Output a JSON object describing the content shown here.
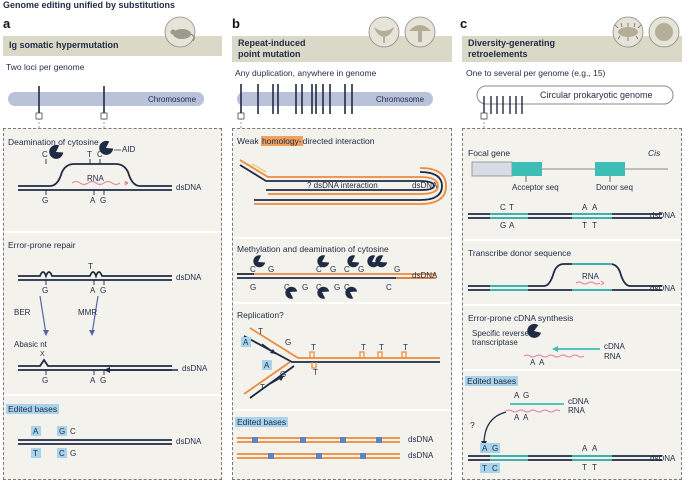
{
  "figure_title": "Genome editing unified by substitutions",
  "panels": [
    {
      "letter": "a",
      "title": "Ig somatic hypermutation",
      "loci_text": "Two loci per genome",
      "chromosome_label": "Chromosome",
      "steps": {
        "deamination": "Deamination of cytosine",
        "aid": "AID",
        "rna": "RNA",
        "error_prone_repair": "Error-prone repair",
        "ber": "BER",
        "mmr": "MMR",
        "abasic": "Abasic nt",
        "edited_bases": "Edited bases"
      },
      "dsdna": "dsDNA",
      "bases": {
        "c": "C",
        "t": "T",
        "g": "G",
        "a": "A",
        "x": "X"
      }
    },
    {
      "letter": "b",
      "title_line1": "Repeat-induced",
      "title_line2": "point mutation",
      "loci_text": "Any duplication, anywhere in genome",
      "chromosome_label": "Chromosome",
      "steps": {
        "weak": "Weak",
        "homology": "homology-",
        "directed": "directed interaction",
        "interaction": "? dsDNA  interaction",
        "methylation": "Methylation and deamination of cytosine",
        "replication": "Replication?",
        "edited_bases": "Edited bases"
      },
      "dsdna": "dsDNA"
    },
    {
      "letter": "c",
      "title_line1": "Diversity-generating",
      "title_line2": "retroelements",
      "loci_text": "One to several per genome (e.g., 15)",
      "chromosome_label": "Circular prokaryotic genome",
      "steps": {
        "focal_gene": "Focal gene",
        "cis": "Cis",
        "acceptor": "Acceptor seq",
        "donor": "Donor seq",
        "transcribe": "Transcribe donor sequence",
        "rna": "RNA",
        "error_prone": "Error-prone cDNA synthesis",
        "specific_rt_line1": "Specific reverse",
        "specific_rt_line2": "transcriptase",
        "cdna": "cDNA",
        "edited_bases": "Edited bases",
        "question": "?"
      },
      "dsdna": "dsDNA"
    }
  ],
  "colors": {
    "navy": "#1f2a44",
    "orange": "#ee8a3c",
    "teal": "#3cbdb5",
    "pink": "#e07a9a",
    "highlight": "#a9d3ea",
    "header_bg": "#dad8c6",
    "panel_bg": "#f3f2ec",
    "chromosome": "#b9c2d8"
  }
}
